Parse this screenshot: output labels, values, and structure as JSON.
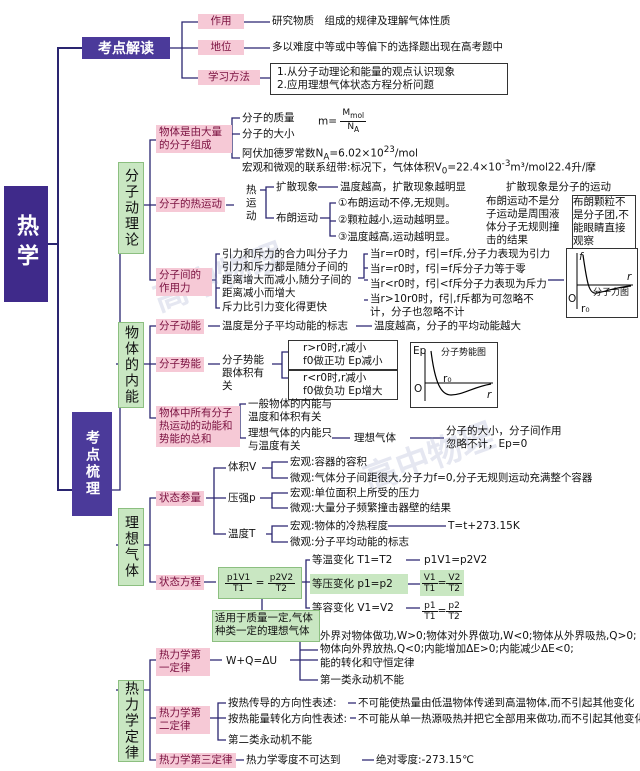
{
  "root": "热学",
  "branch1": {
    "title": "考点解读",
    "items": [
      {
        "label": "作用",
        "text": "研究物质　组成的规律及理解气体性质"
      },
      {
        "label": "地位",
        "text": "多以难度中等或中等偏下的选择题出现在高考题中"
      },
      {
        "label": "学习方法",
        "text1": "1.从分子动理论和能量的观点认识现象",
        "text2": "2.应用理想气体状态方程分析问题"
      }
    ]
  },
  "branch2": {
    "title": "考点梳理",
    "molecular": {
      "title": "分子动理论",
      "composition": {
        "label": "物体是由大量的分子组成",
        "mass": "分子的质量",
        "mass_formula_lhs": "m=",
        "mass_num": "M",
        "mass_num_sub": "mol",
        "mass_den": "N",
        "mass_den_sub": "A",
        "size": "分子的大小",
        "avogadro": "阿伏加德罗常数N",
        "avogadro_sub": "A",
        "avogadro_val": "=6.02×10",
        "avogadro_exp": "23",
        "avogadro_unit": "/mol",
        "bridge": "宏观和微观的联系纽带:标况下，气体体积V",
        "bridge_sub": "0",
        "bridge_val": "=22.4×10",
        "bridge_exp": "-3",
        "bridge_unit": "m³/mol22.4升/摩"
      },
      "thermal": {
        "label": "分子的热运动",
        "sub_label": "热运动",
        "diffusion": "扩散现象",
        "diffusion_desc": "温度越高，扩散现象越明显",
        "diffusion_note": "扩散现象是分子的运动",
        "brownian": "布朗运动",
        "b1": "①布朗运动不停,无规则。",
        "b2": "②颗粒越小,运动越明显。",
        "b3": "③温度越高,运动越明显。",
        "brown_note": "布朗运动不是分子运动是周围液体分子无规则撞击的结果",
        "brown_note2": "布朗颗粒不是分子团,不能眼睛直接观察"
      },
      "force": {
        "label": "分子间的作用力",
        "f1": "引力和斥力的合力叫分子力",
        "f2": "引力和斥力都是随分子间的距离增大而减小,随分子间的距离减小而增大",
        "f3": "斥力比引力变化得更快",
        "c1": "当r=r0时，f引=f斥,分子力表现为引力",
        "c2": "当r=r0时，f引=f斥分子力等于零",
        "c3": "当r<r0时，f引<f斥分子力表现为斥力",
        "c4": "当r>10r0时，f引,f斥都为可忽略不计，分子也忽略不计",
        "graph_title": "分子力图",
        "axis_f": "f",
        "axis_r": "r",
        "axis_o": "O",
        "axis_r0": "r₀"
      }
    },
    "energy": {
      "title": "物体的内能",
      "ke": "分子动能",
      "ke_desc": "温度是分子平均动能的标志",
      "ke_desc2": "温度越高，分子的平均动能越大",
      "pe": "分子势能",
      "pe_desc": "分子势能跟体积有关",
      "pe_a1": "r>r0时,r减小",
      "pe_a2": "f0做正功  Ep减小",
      "pe_b1": "r<r0时,r减小",
      "pe_b2": "f0做负功  Ep增大",
      "pe_graph_title": "分子势能图",
      "pe_axis_ep": "Ep",
      "pe_axis_r": "r",
      "pe_axis_o": "O",
      "pe_axis_r0": "r₀",
      "total": "物体中所有分子热运动的动能和势能的总和",
      "t1": "一般物体的内能与温度和体积有关",
      "t2": "理想气体的内能只与温度有关",
      "ideal_gas": "理想气体",
      "ideal_desc": "分子的大小，分子间作用忽略不计，Ep=0"
    },
    "gas": {
      "title": "理想气体",
      "params": "状态参量",
      "volume": "体积V",
      "v_macro": "宏观:容器的容积",
      "v_micro": "微观:气体分子间距很大,分子力f=0,分子无规则运动充满整个容器",
      "pressure": "压强p",
      "p_macro": "宏观:单位面积上所受的压力",
      "p_micro": "微观:大量分子频繁撞击器壁的结果",
      "temp": "温度T",
      "t_macro": "宏观:物体的冷热程度",
      "t_formula": "T=t+273.15K",
      "t_micro": "微观:分子平均动能的标志",
      "equation": "状态方程",
      "eq_lhs_num": "p1V1",
      "eq_lhs_den": "T1",
      "eq_rhs_num": "p2V2",
      "eq_rhs_den": "T2",
      "iso_t": "等温变化 T1=T2",
      "iso_t_res": "p1V1=p2V2",
      "iso_p": "等压变化 p1=p2",
      "iso_p_num1": "V1",
      "iso_p_den1": "T1",
      "iso_p_num2": "V2",
      "iso_p_den2": "T2",
      "iso_v": "等容变化 V1=V2",
      "iso_v_num1": "p1",
      "iso_v_den1": "T1",
      "iso_v_num2": "p2",
      "iso_v_den2": "T2",
      "apply": "适用于质量一定,气体种类一定的理想气体"
    },
    "thermo": {
      "title": "热力学定律",
      "first": "热力学第一定律",
      "first_eq": "W+Q=ΔU",
      "first_a": "外界对物体做功,W>0;物体对外界做功,W<0;物体从外界吸热,Q>0;",
      "first_b": "物体向外界放热,Q<0;内能增加ΔE>0;内能减少ΔE<0;",
      "first_c": "能的转化和守恒定律",
      "first_d": "第一类永动机不能",
      "second": "热力学第二定律",
      "second_a": "按热传导的方向性表述:",
      "second_a_txt": "不可能使热量由低温物体传递到高温物体,而不引起其他变化",
      "second_b": "按热能量转化方向性表述:",
      "second_b_txt": "不可能从单一热源吸热并把它全部用来做功,而不引起其他变化",
      "second_c": "第二类永动机不能",
      "third": "热力学第三定律",
      "third_a": "热力学零度不可达到",
      "third_b": "绝对零度:-273.15℃"
    }
  },
  "watermark": "高中物理"
}
